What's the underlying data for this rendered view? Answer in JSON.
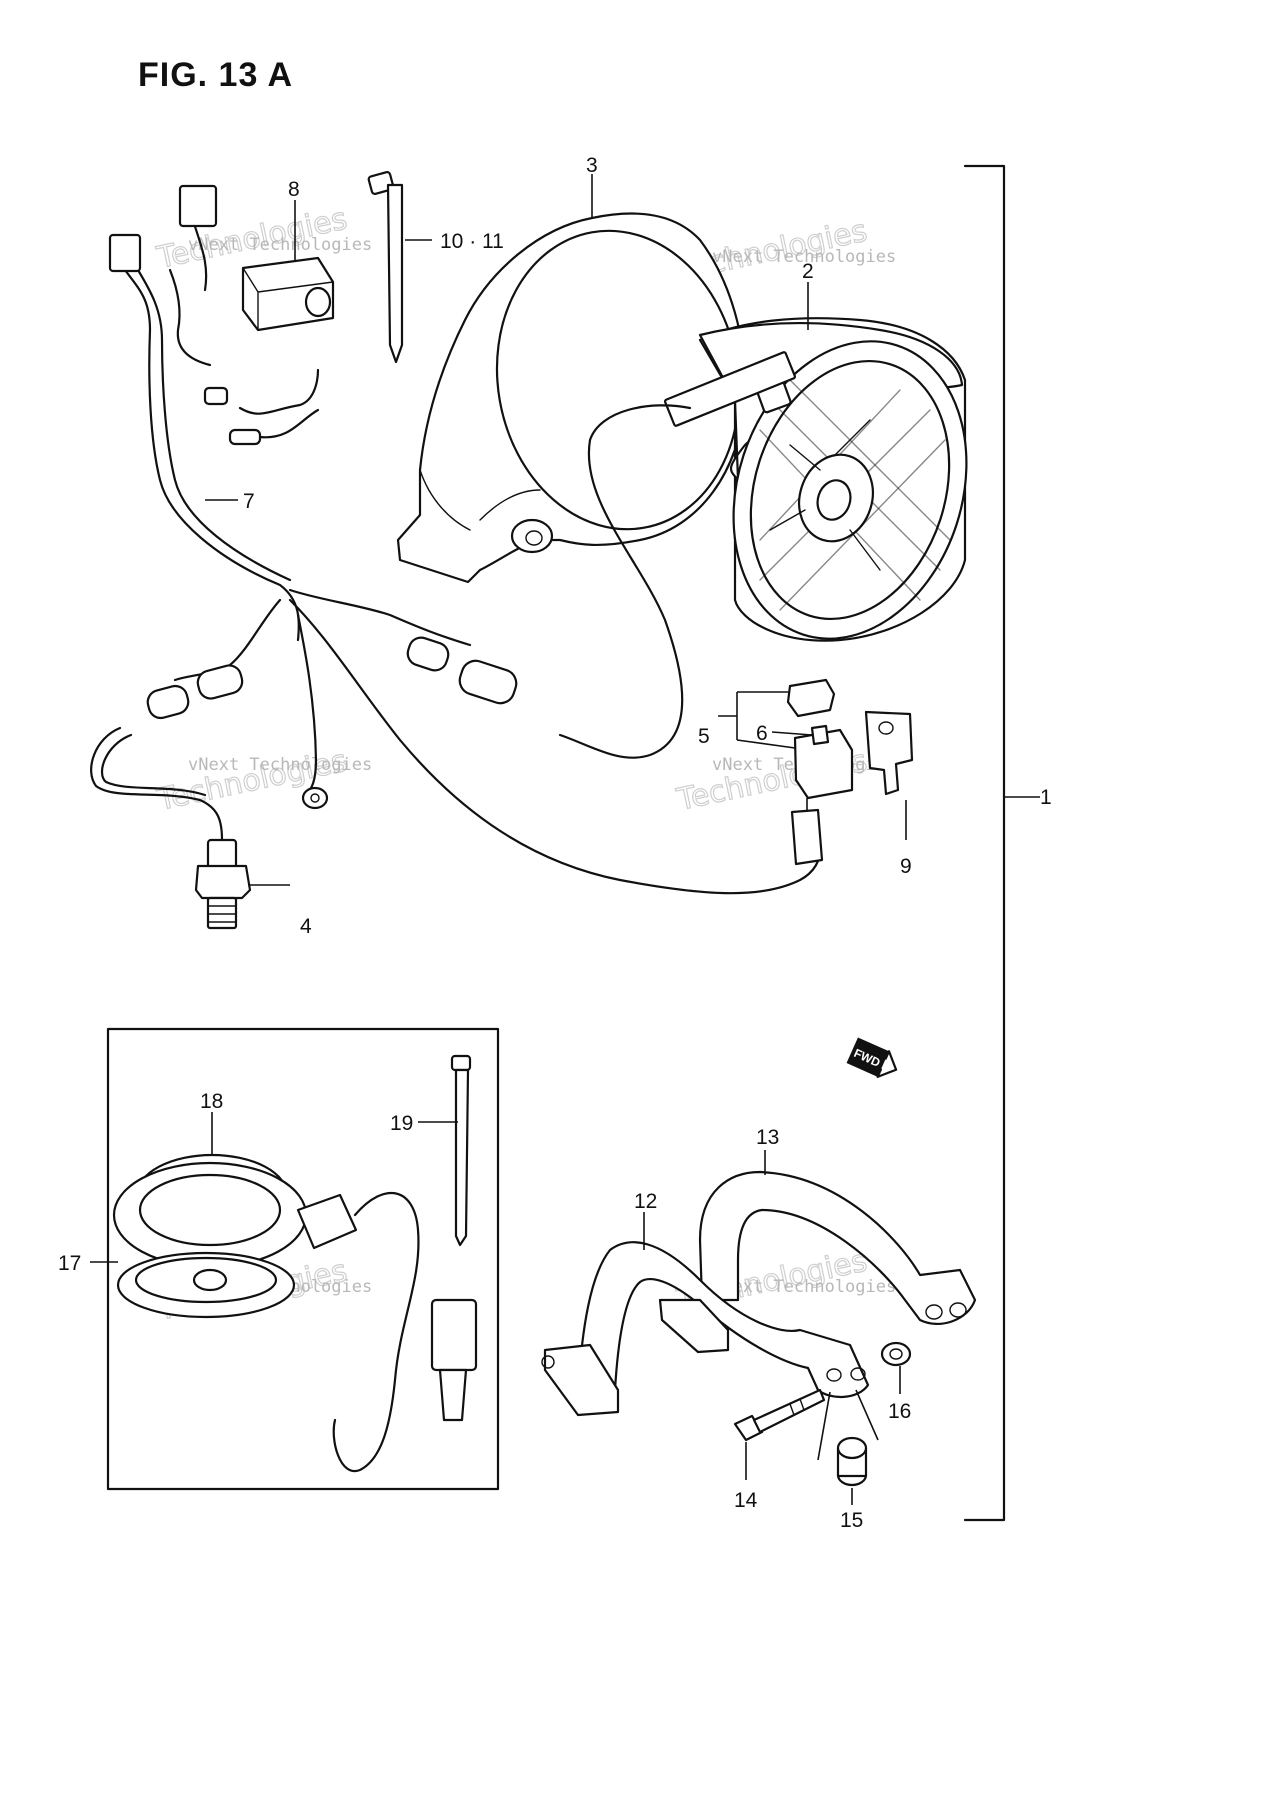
{
  "figure": {
    "title": "FIG. 13 A"
  },
  "watermark": {
    "line1": "vNext Technologies",
    "line2": "Technologies"
  },
  "fwd_label": "FWD",
  "callouts": {
    "c1": "1",
    "c2": "2",
    "c3": "3",
    "c4": "4",
    "c5": "5",
    "c6": "6",
    "c7": "7",
    "c8": "8",
    "c9": "9",
    "c10_11": "10 · 11",
    "c12": "12",
    "c13": "13",
    "c14": "14",
    "c15": "15",
    "c16": "16",
    "c17": "17",
    "c18": "18",
    "c19": "19"
  },
  "icons": [
    "fan-motor-icon",
    "fan-shroud-icon",
    "thermo-switch-icon",
    "wiring-harness-icon",
    "relay-icon",
    "cable-tie-icon",
    "bracket-icon",
    "bolt-icon",
    "speed-sensor-icon"
  ]
}
